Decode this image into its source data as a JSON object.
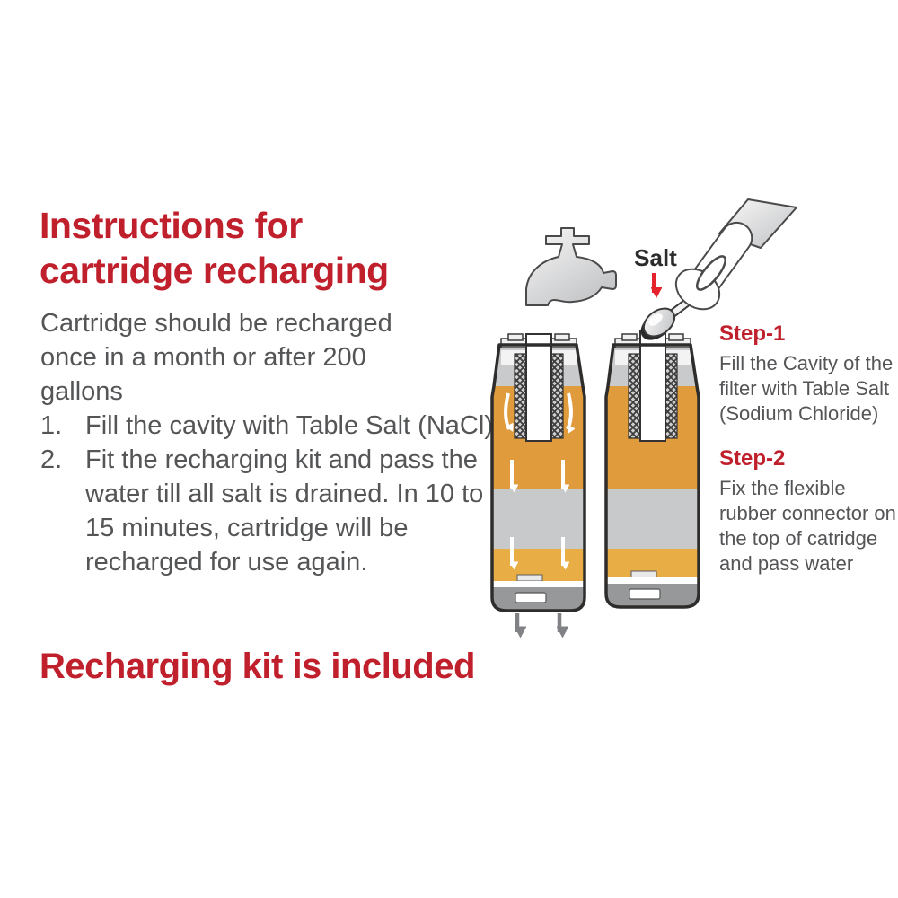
{
  "colors": {
    "heading_red": "#c0202c",
    "body_text": "#545557",
    "salt_label_color": "#2c2c2c",
    "arrow_red": "#e5232c",
    "orange_top": "#e09c3c",
    "orange_bottom": "#e9ad45",
    "gray_zone": "#c8c9cb",
    "cap_gray": "#c9cacc",
    "band_gray": "#97989a",
    "outline_dark": "#2e2d2c",
    "flow_arrow_white": "#ffffff",
    "drain_arrow_gray": "#808285"
  },
  "main": {
    "title_line1": "Instructions for",
    "title_line2": "cartridge recharging",
    "intro": "Cartridge should be recharged once in a month or after 200 gallons",
    "list": [
      {
        "num": "1.",
        "text": "Fill the cavity with Table Salt (NaCl)"
      },
      {
        "num": "2.",
        "text": "Fit the recharging kit and pass the water till all salt is drained. In 10 to 15 minutes, cartridge will be recharged for use again."
      }
    ],
    "footer_heading": "Recharging kit is included"
  },
  "diagram": {
    "salt_label": "Salt",
    "steps": [
      {
        "heading": "Step-1",
        "body": "Fill the Cavity of the filter with Table Salt (Sodium Chloride)"
      },
      {
        "heading": "Step-2",
        "body": "Fix the flexible rubber connector on the top of catridge and pass water"
      }
    ]
  }
}
